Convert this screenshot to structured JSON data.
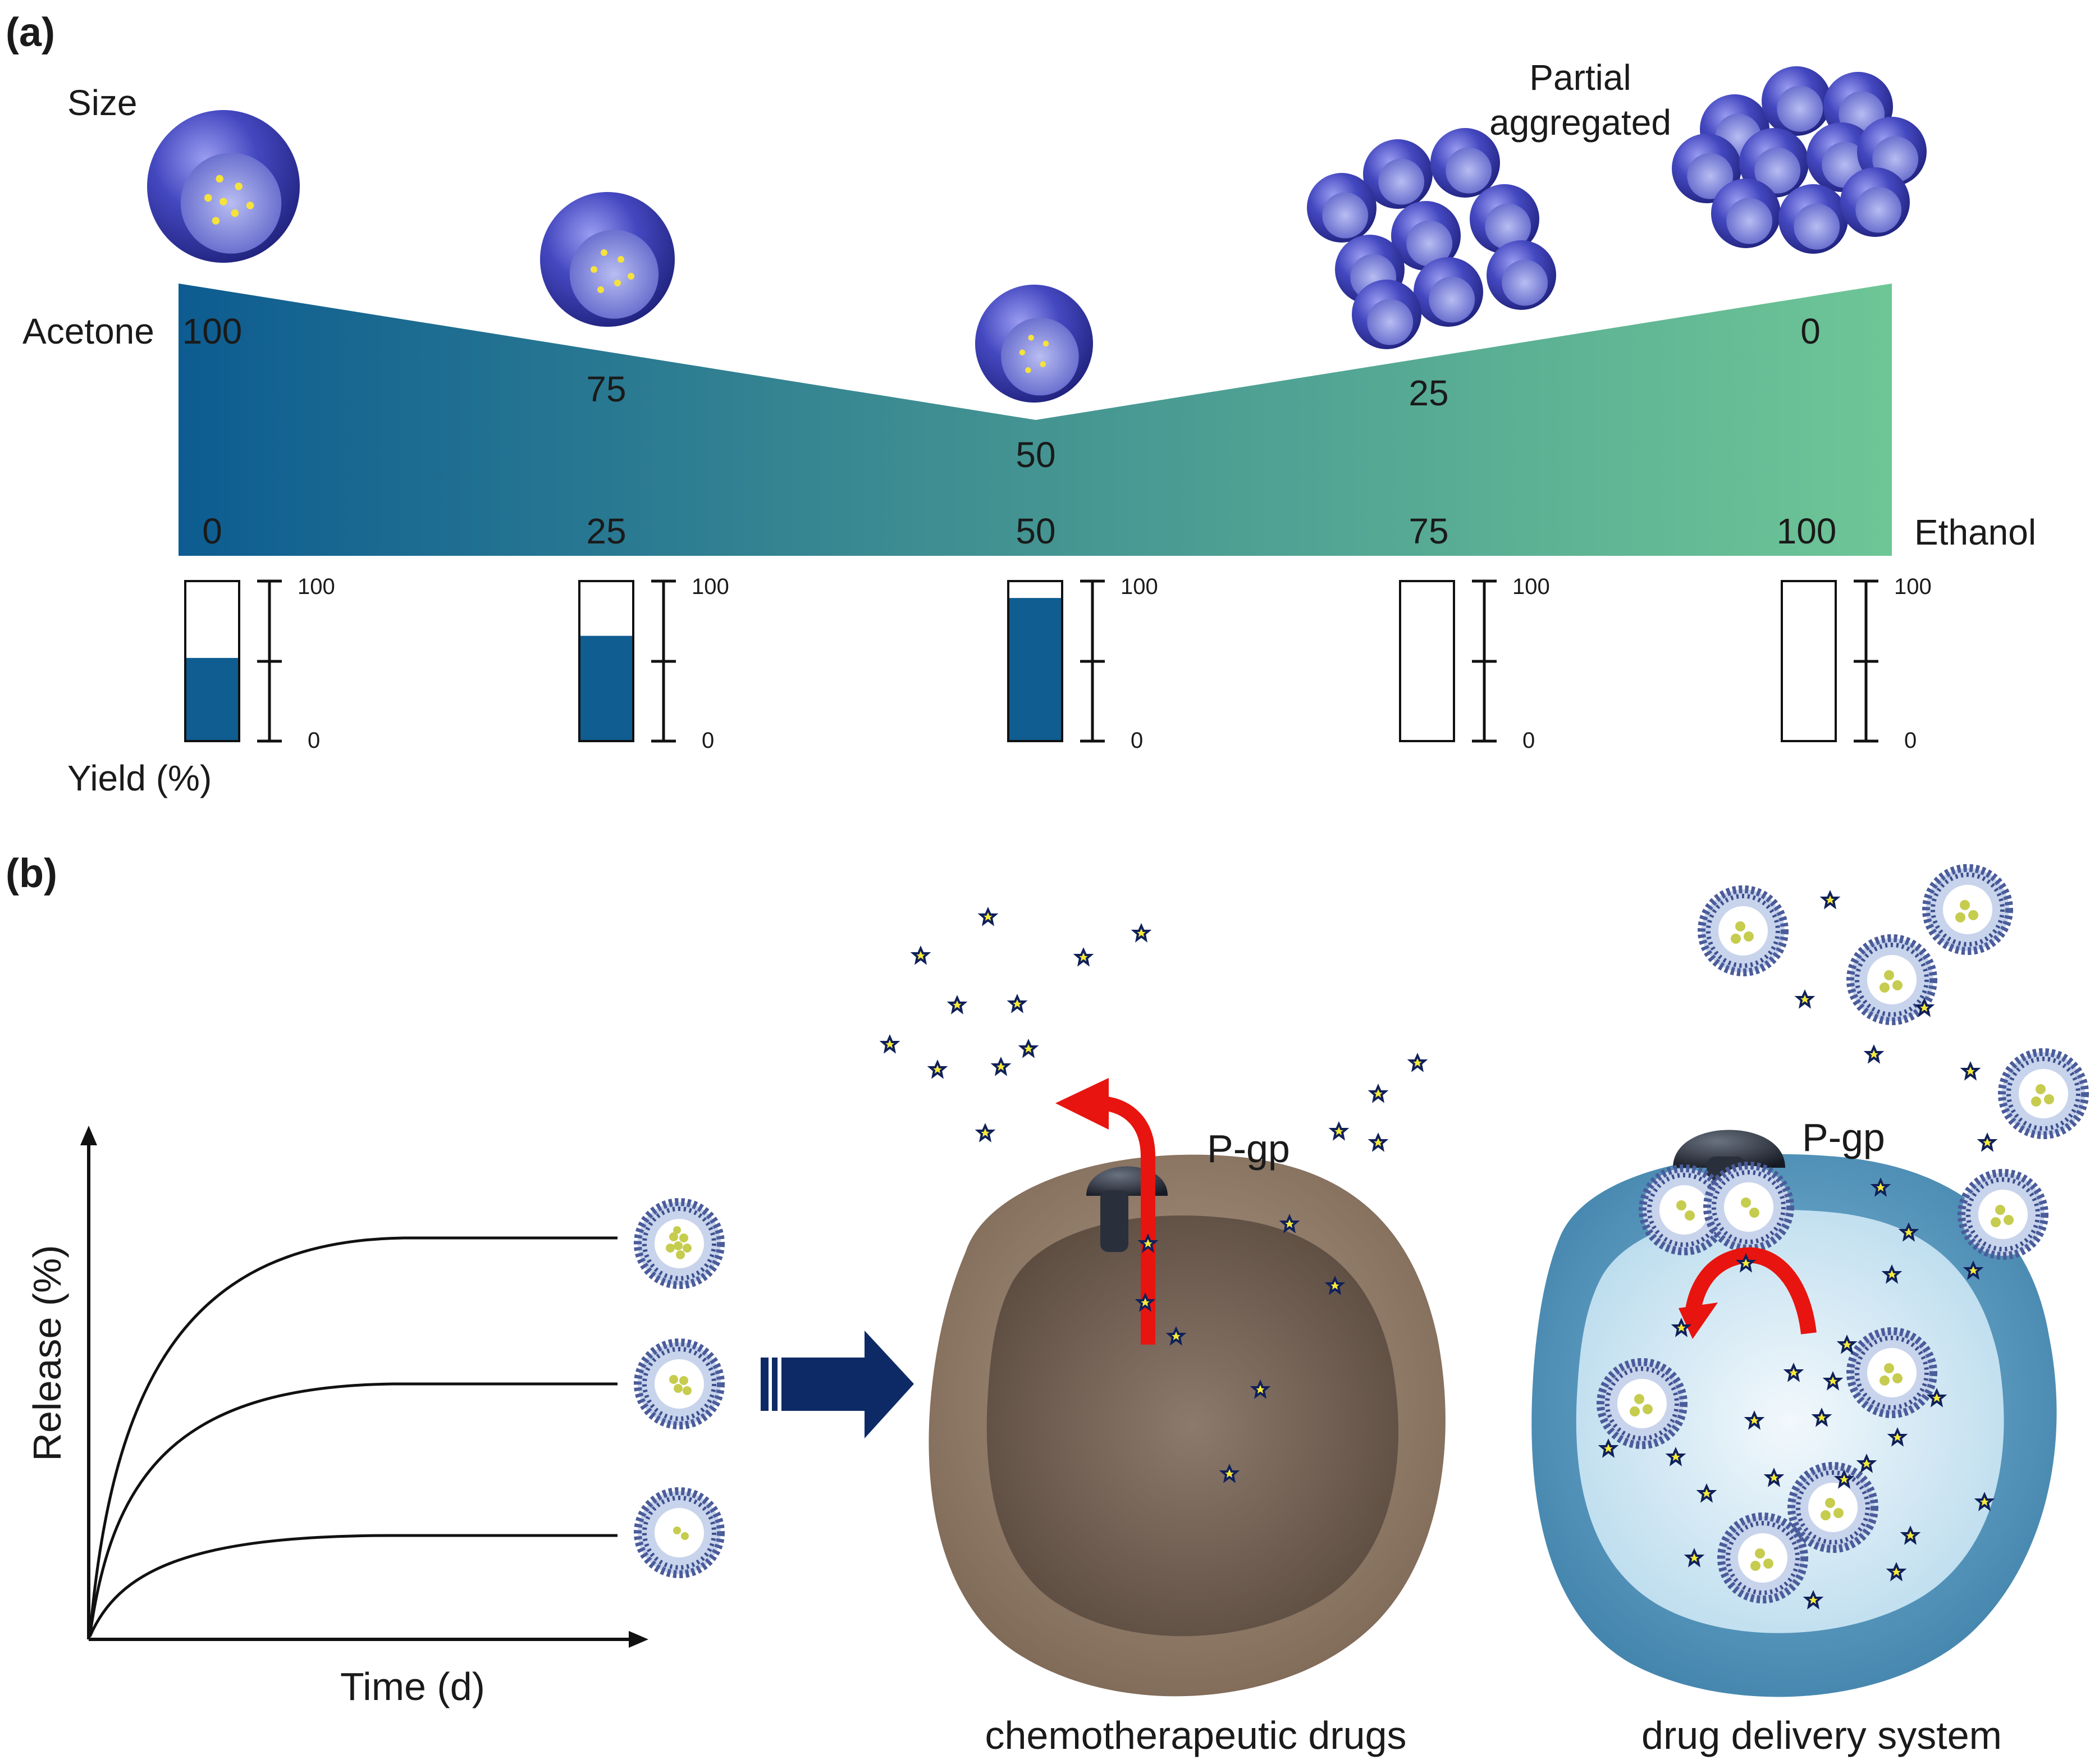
{
  "panel_a": {
    "label": "(a)",
    "size_label": "Size",
    "aggregate_label_line1": "Partial",
    "aggregate_label_line2": "aggregated",
    "acetone_label": "Acetone",
    "ethanol_label": "Ethanol",
    "acetone_values": [
      "100",
      "75",
      "50",
      "25",
      "0"
    ],
    "ethanol_values": [
      "0",
      "25",
      "50",
      "75",
      "100"
    ],
    "yield_label": "Yield (%)",
    "yield_tick_max": "100",
    "yield_tick_min": "0",
    "yield_fractions": [
      0.52,
      0.66,
      0.9,
      0,
      0
    ],
    "gradient_colors": {
      "start": "#0d5c91",
      "mid": "#3f8f92",
      "end": "#6ec696"
    },
    "bar_fill_color": "#0f5d91",
    "particle_color": "#3c3fb0",
    "drug_color": "#f5e23c"
  },
  "panel_b": {
    "label": "(b)",
    "ylabel": "Release (%)",
    "xlabel": "Time (d)",
    "pgp_left": "P-gp",
    "pgp_right": "P-gp",
    "caption_left": "chemotherapeutic drugs",
    "caption_right": "drug delivery system",
    "release_plateaus": [
      "high",
      "medium",
      "low"
    ],
    "arrow_color": "#0e2a66",
    "efflux_arrow_color": "#e8140f",
    "cell_left_color": "#7d6b5d",
    "cell_right_color": "#5f9cc2"
  }
}
